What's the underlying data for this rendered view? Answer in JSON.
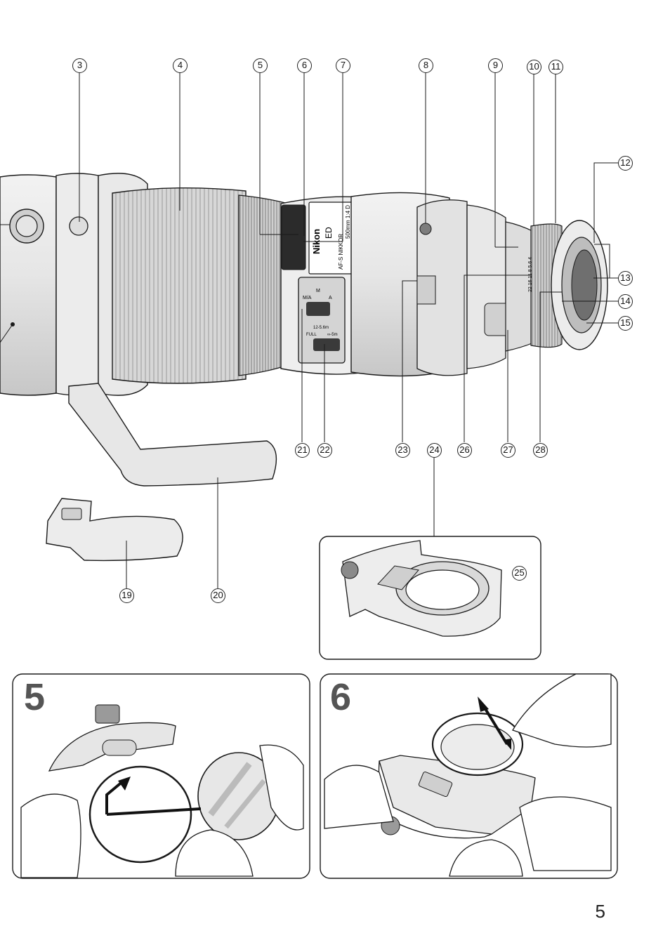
{
  "page": {
    "page_number": "5"
  },
  "callouts": [
    "3",
    "4",
    "5",
    "6",
    "7",
    "8",
    "9",
    "10",
    "11",
    "12",
    "13",
    "14",
    "15",
    "19",
    "20",
    "21",
    "22",
    "23",
    "24",
    "25",
    "26",
    "27",
    "28"
  ],
  "lens_markings": {
    "brand": "Nikon",
    "lens_type": "ED",
    "nikkor": "AF-S NIKKOR",
    "focal": "500mm 1:4 D",
    "focus_mode_m": "M",
    "focus_mode_ma": "M/A",
    "focus_mode_a": "A",
    "limiter_range": "12-5.6m",
    "limiter_full": "FULL",
    "limiter_inf": "∞-5m",
    "aperture_scale": "22 16 11 8 5.6 4"
  },
  "steps": {
    "step5": "5",
    "step6": "6"
  },
  "colors": {
    "line": "#1a1a1a",
    "fill_light": "#ececec",
    "fill_mid": "#c9c9c9",
    "fill_dark": "#6f6f6f",
    "glass": "#d8d8d8",
    "skin": "#ffffff"
  }
}
